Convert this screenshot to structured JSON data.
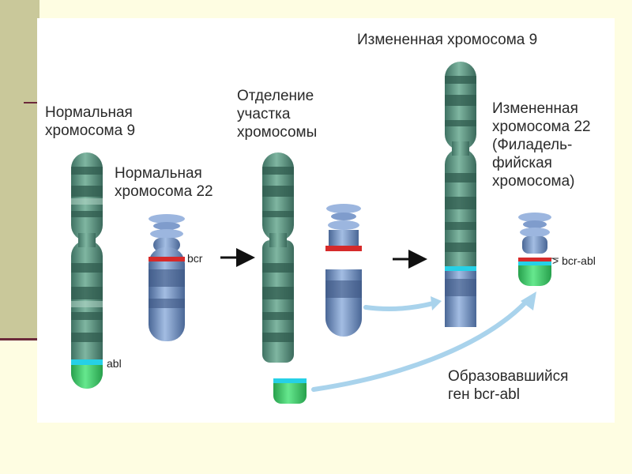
{
  "labels": {
    "normal_chr9": "Нормальная\nхромосома 9",
    "normal_chr22": "Нормальная\nхромосома 22",
    "separation": "Отделение\nучастка\nхромосомы",
    "altered_chr9": "Измененная хромосома 9",
    "altered_chr22": "Измененная\nхромосома 22\n(Филадель-\nфийская\nхромосома)",
    "new_gene": "Образовавшийся\nген bcr-abl"
  },
  "gene_tags": {
    "abl": "abl",
    "bcr": "bcr",
    "bcr_abl": "> bcr-abl"
  },
  "colors": {
    "slide_background": "#fefde2",
    "side_band": "#c9c89a",
    "accent_line": "#6b2a3a",
    "chr9_green": "#5f9a86",
    "chr22_blue": "#7f9ccc",
    "abl_cyan": "#26d0e6",
    "fusion_green": "#3fcf6d",
    "bcr_red": "#d62a2a",
    "arrow_blue": "#a9d3ec"
  }
}
